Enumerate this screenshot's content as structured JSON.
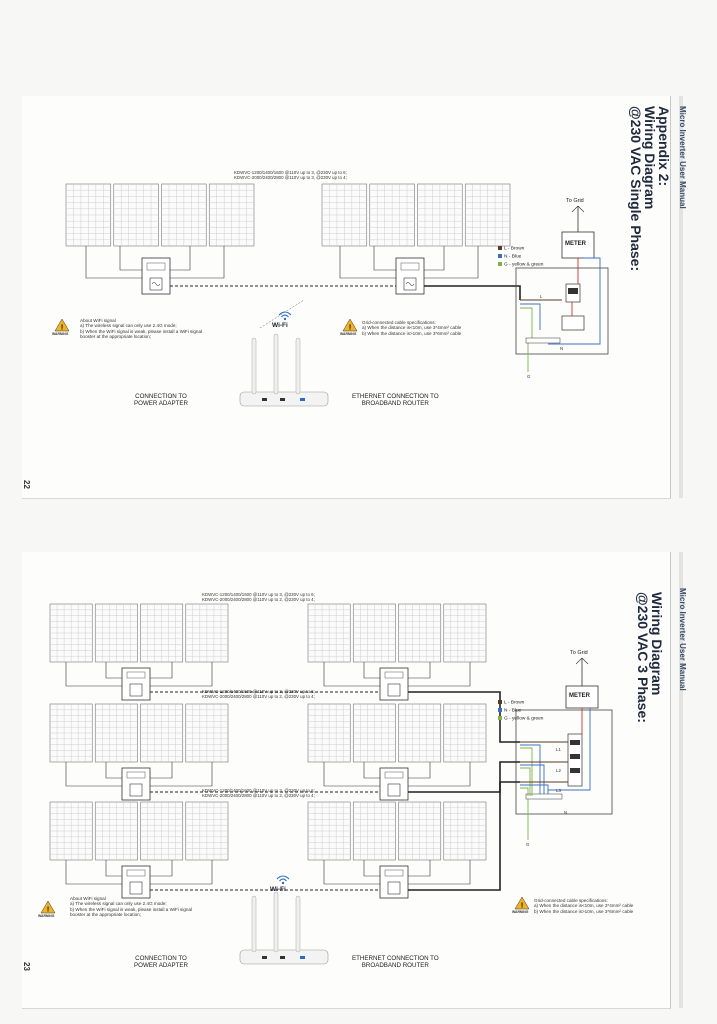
{
  "header": "Micro Inverter User Manual",
  "page_a": {
    "appendix": "Appendix 2:",
    "title": "Wiring Diagram",
    "subtitle": "@230 VAC Single Phase:",
    "page_number": "22",
    "model_note": [
      "KDWVC-1200/1400/1600 @110V up to 3, @230V up to 6;",
      "KDWVC-2000/2400/2800 @110V up to 3, @230V up to 4;"
    ]
  },
  "page_b": {
    "title": "Wiring Diagram",
    "subtitle": "@230 VAC  3 Phase:",
    "page_number": "23",
    "model_note_1": [
      "KDWVC-1200/1400/1600 @110V up to 3, @230V up to 6;",
      "KDWVC-2000/2400/2800 @110V up to 2, @230V up to 4;"
    ],
    "model_note_2": [
      "KDWVC-1200/1400/1600 @110V up to 3, @230V up to 6;",
      "KDWVC-2000/2400/2800 @110V up to 2, @230V up to 4;"
    ],
    "model_note_3": [
      "KDWVC-1200/1400/1600 @110V up to 3, @230V up to 6;",
      "KDWVC-2000/2400/2800 @110V up to 2, @230V up to 4;"
    ]
  },
  "grid": {
    "to_grid": "To Grid",
    "meter": "METER",
    "legend": [
      {
        "label": "L - Brown",
        "color": "#5a3a22"
      },
      {
        "label": "N - Blue",
        "color": "#3b6fc4"
      },
      {
        "label": "G - yellow & green",
        "color": "#7fb34a"
      }
    ],
    "l": "L",
    "n": "N",
    "g": "G",
    "l1": "L1",
    "l2": "L2",
    "l3": "L3"
  },
  "wifi": {
    "label": "Wi-Fi",
    "about": "About WiFi signal",
    "a": "a) The wireless signal can only use 2.4G mode;",
    "b1": "b) When the WiFi signal is weak, please install a WiFi signal",
    "b2": "booster at the appropriate location;",
    "warning": "WARNING"
  },
  "cable": {
    "title": "Grid-connected cable specifications:",
    "a": "a) When the distance is<10m, use 3*4mm² cable",
    "b": "b) When the distance is>10m, use 3*6mm² cable"
  },
  "captions": {
    "power": [
      "CONNECTION TO",
      "POWER ADAPTER"
    ],
    "ethernet": [
      "ETHERNET CONNECTION TO",
      "BROADBAND ROUTER"
    ]
  }
}
